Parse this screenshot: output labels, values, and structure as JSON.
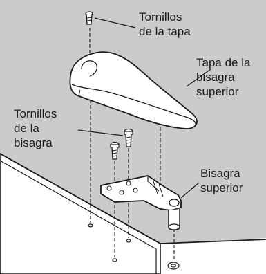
{
  "labels": {
    "lid_screws": [
      "Tornillos",
      "de la tapa"
    ],
    "hinge_cover": [
      "Tapa de la",
      "bisagra",
      "superior"
    ],
    "hinge_screws": [
      "Tornillos",
      "de la",
      "bisagra"
    ],
    "upper_hinge": [
      "Bisagra",
      "superior"
    ]
  },
  "colors": {
    "background": "#cbcbcb",
    "cabinet": "#ffffff",
    "outline": "#1a1a1a",
    "part_fill": "#ffffff"
  }
}
